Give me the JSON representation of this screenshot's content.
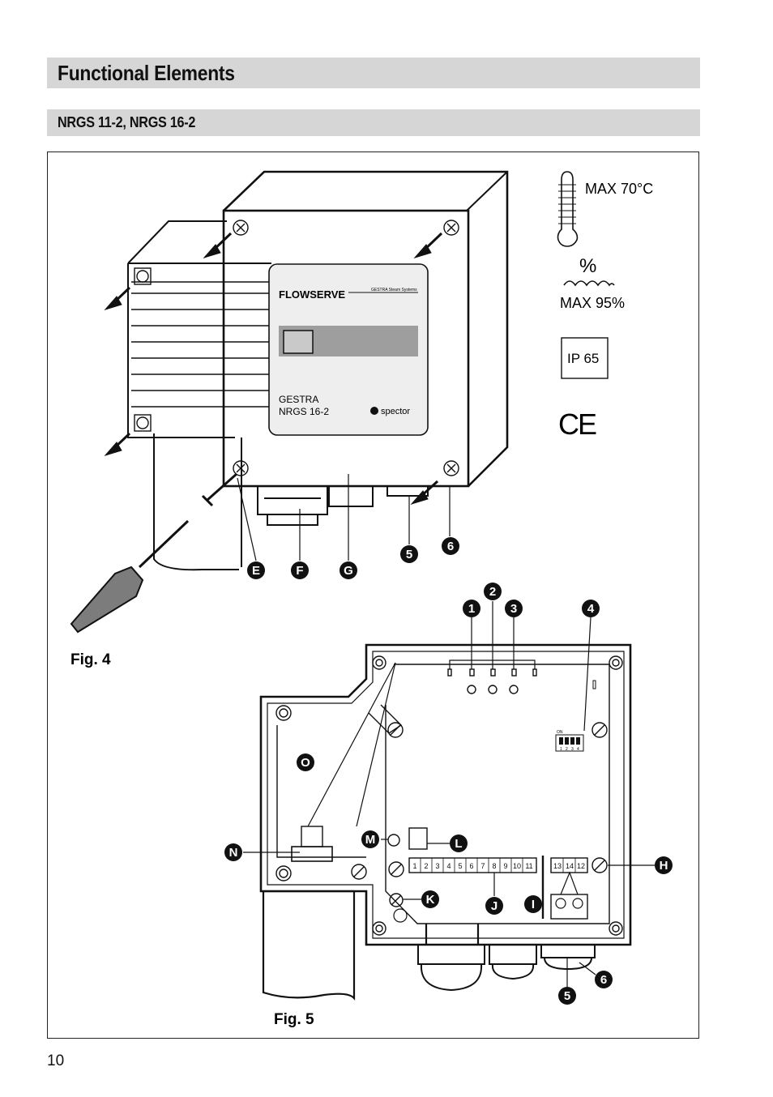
{
  "header": {
    "title": "Functional Elements",
    "subtitle": "NRGS 11-2, NRGS 16-2"
  },
  "figures": {
    "fig4_label": "Fig. 4",
    "fig5_label": "Fig. 5"
  },
  "specs": {
    "max_temp": "MAX 70°C",
    "percent": "%",
    "max_humidity": "MAX 95%",
    "ip_rating": "IP 65",
    "ce_mark": "CE"
  },
  "device_front": {
    "brand": "FLOWSERVE",
    "tagline": "GESTRA Steam Systems",
    "model_line1": "GESTRA",
    "model_line2": "NRGS 16-2",
    "maker": "spector"
  },
  "fig4_callouts": [
    "E",
    "F",
    "G",
    "5",
    "6"
  ],
  "fig5_callouts": [
    "1",
    "2",
    "3",
    "4",
    "O",
    "M",
    "L",
    "N",
    "H",
    "K",
    "J",
    "I",
    "6",
    "5"
  ],
  "terminals": [
    "1",
    "2",
    "3",
    "4",
    "5",
    "6",
    "7",
    "8",
    "9",
    "10",
    "11"
  ],
  "terminals_right": [
    "13",
    "14",
    "12"
  ],
  "dip_switch": {
    "label": "ON",
    "numbers": [
      "1",
      "2",
      "3",
      "4"
    ]
  },
  "page_number": "10"
}
